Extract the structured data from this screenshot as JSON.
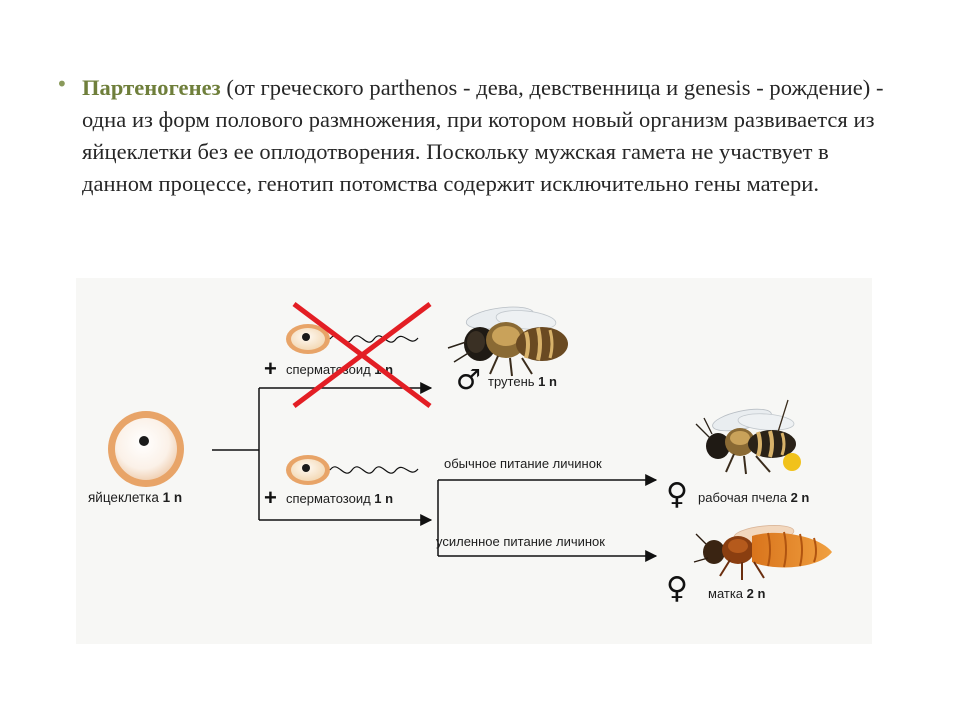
{
  "bullet": {
    "term": "Партеногенез",
    "text": " (от греческого parthenos - дева, девственница и genesis - рождение) - одна из форм полового размножения, при котором новый организм развивается из яйцеклетки без ее оплодотворения. Поскольку мужская гамета не участвует в данном процессе, генотип потомства содержит исключительно гены матери."
  },
  "diagram": {
    "egg": {
      "label": "яйцеклетка",
      "ploidy": "1 n"
    },
    "top_branch": {
      "plus": "+",
      "sperm_label": "сперматозоид",
      "sperm_ploidy": "1 n",
      "result_label": "трутень",
      "result_ploidy": "1 n",
      "result_symbol": "♂"
    },
    "bottom_branch": {
      "plus": "+",
      "sperm_label": "сперматозоид",
      "sperm_ploidy": "1 n",
      "route_1": "обычное питание личинок",
      "route_2": "усиленное питание личинок",
      "worker_label": "рабочая пчела",
      "worker_ploidy": "2 n",
      "worker_symbol": "♀",
      "queen_label": "матка",
      "queen_ploidy": "2 n",
      "queen_symbol": "♀"
    },
    "colors": {
      "cross": "#e31e24",
      "egg_ring": "#d9955a",
      "term": "#6f7f3b",
      "bullet": "#8a9a5b"
    }
  }
}
